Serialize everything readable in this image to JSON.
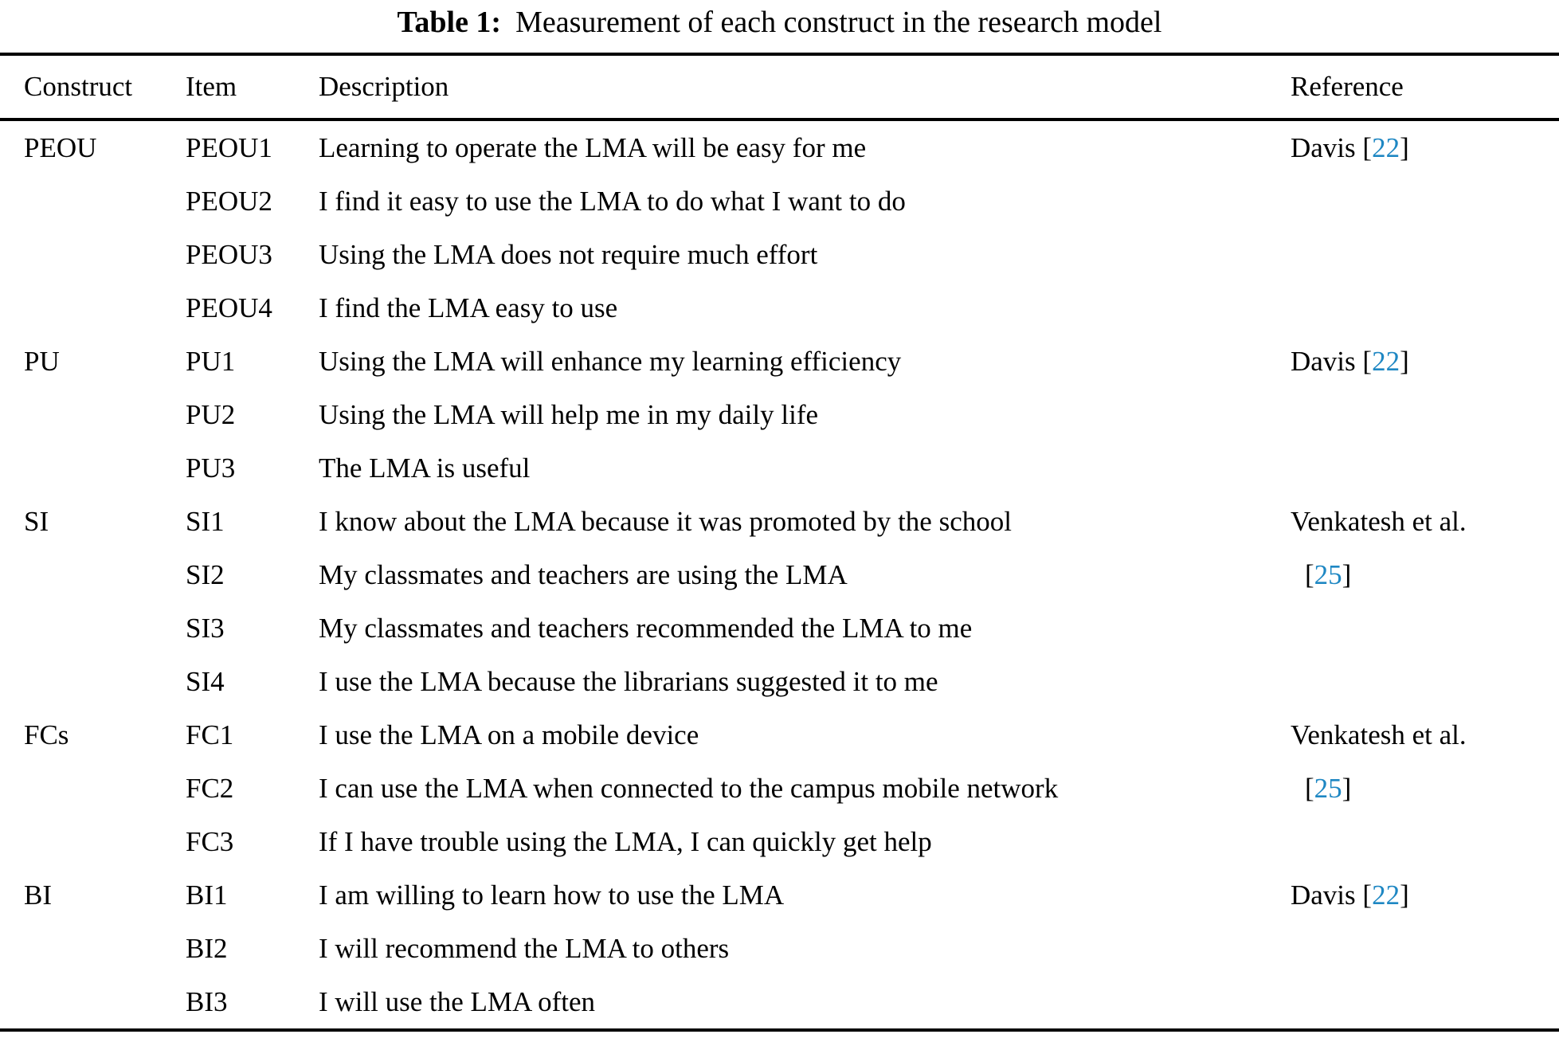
{
  "page": {
    "background": "#ffffff",
    "text_color": "#000000",
    "citation_color": "#1e87c3"
  },
  "caption": {
    "label": "Table 1:",
    "text": "Measurement of each construct in the research model"
  },
  "table": {
    "headers": {
      "construct": "Construct",
      "item": "Item",
      "description": "Description",
      "reference": "Reference"
    },
    "groups": [
      {
        "construct": "PEOU",
        "reference": {
          "name": "Davis",
          "citation": "22",
          "wrap": false
        },
        "items": [
          {
            "id": "PEOU1",
            "description": "Learning to operate the LMA will be easy for me"
          },
          {
            "id": "PEOU2",
            "description": "I find it easy to use the LMA to do what I want to do"
          },
          {
            "id": "PEOU3",
            "description": "Using the LMA does not require much effort"
          },
          {
            "id": "PEOU4",
            "description": "I find the LMA easy to use"
          }
        ]
      },
      {
        "construct": "PU",
        "reference": {
          "name": "Davis",
          "citation": "22",
          "wrap": false
        },
        "items": [
          {
            "id": "PU1",
            "description": "Using the LMA will enhance my learning efficiency"
          },
          {
            "id": "PU2",
            "description": "Using the LMA will help me in my daily life"
          },
          {
            "id": "PU3",
            "description": "The LMA is useful"
          }
        ]
      },
      {
        "construct": "SI",
        "reference": {
          "name": "Venkatesh et al.",
          "citation": "25",
          "wrap": true
        },
        "items": [
          {
            "id": "SI1",
            "description": "I know about the LMA because it was promoted by the school"
          },
          {
            "id": "SI2",
            "description": "My classmates and teachers are using the LMA"
          },
          {
            "id": "SI3",
            "description": "My classmates and teachers recommended the LMA to me"
          },
          {
            "id": "SI4",
            "description": "I use the LMA because the librarians suggested it to me"
          }
        ]
      },
      {
        "construct": "FCs",
        "reference": {
          "name": "Venkatesh et al.",
          "citation": "25",
          "wrap": true
        },
        "items": [
          {
            "id": "FC1",
            "description": "I use the LMA on a mobile device"
          },
          {
            "id": "FC2",
            "description": "I can use the LMA when connected to the campus mobile network"
          },
          {
            "id": "FC3",
            "description": "If I have trouble using the LMA, I can quickly get help"
          }
        ]
      },
      {
        "construct": "BI",
        "reference": {
          "name": "Davis",
          "citation": "22",
          "wrap": false
        },
        "items": [
          {
            "id": "BI1",
            "description": "I am willing to learn how to use the LMA"
          },
          {
            "id": "BI2",
            "description": "I will recommend the LMA to others"
          },
          {
            "id": "BI3",
            "description": "I will use the LMA often"
          }
        ]
      }
    ]
  }
}
